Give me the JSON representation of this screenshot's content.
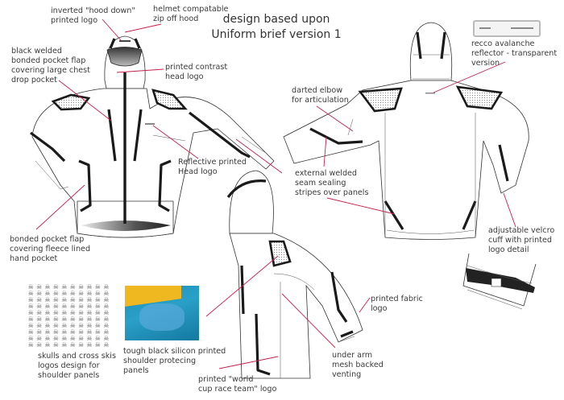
{
  "title": {
    "line1": "design based upon",
    "line2": "Uniform brief version 1"
  },
  "annotations": {
    "hood_logo": [
      "inverted \"hood down\"",
      "printed  logo"
    ],
    "helmet_hood": [
      "helmet compatable",
      "zip off hood"
    ],
    "chest_pocket": [
      "black welded",
      "bonded pocket flap",
      "covering large chest",
      "drop pocket"
    ],
    "contrast_logo": [
      "printed contrast",
      "head logo"
    ],
    "reflective_logo": [
      "Reflective printed",
      "Head logo"
    ],
    "recco": [
      "recco avalanche",
      "reflector - transparent",
      "version"
    ],
    "darted_elbow": [
      "darted elbow",
      "for articulation"
    ],
    "welded_seams": [
      "external welded",
      "seam sealing",
      "stripes over panels"
    ],
    "velcro_cuff": [
      "adjustable velcro",
      "cuff with printed",
      "logo detail"
    ],
    "hand_pocket": [
      "bonded pocket flap",
      "covering fleece lined",
      "hand pocket"
    ],
    "skulls": [
      "skulls and cross skis",
      "logos design for",
      "shoulder panels"
    ],
    "silicon": [
      "tough black silicon printed",
      "shoulder protecing",
      "panels"
    ],
    "world_cup": [
      "printed \"world",
      "cup race team\" logo"
    ],
    "fabric_logo": [
      "printed fabric",
      "logo"
    ],
    "under_arm": [
      "under arm",
      "mesh backed",
      "venting"
    ]
  },
  "colors": {
    "leader": "#c8204a",
    "ink": "#1a1a1a"
  }
}
